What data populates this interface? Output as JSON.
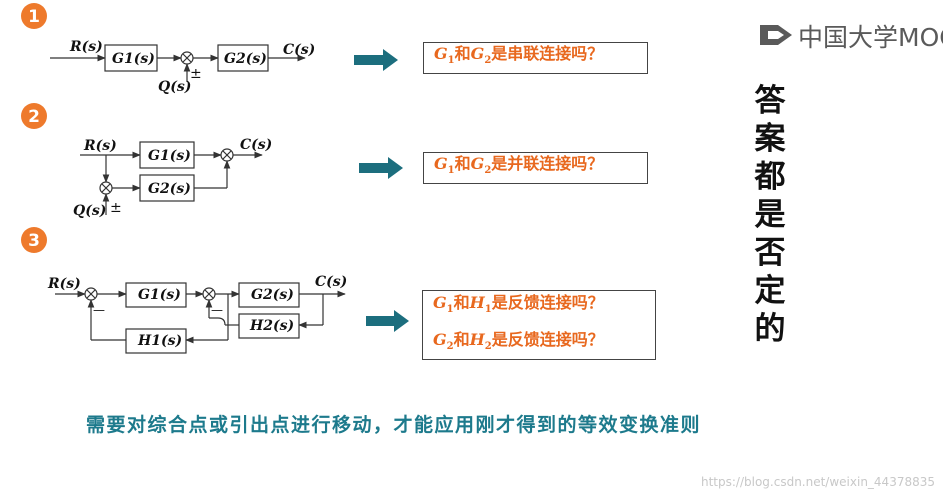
{
  "logo": {
    "text": "中国大学MOOC"
  },
  "sections": [
    {
      "number": "1",
      "question_lines": [
        [
          "G",
          "1",
          "和",
          "G",
          "2",
          "是串联连接吗？"
        ]
      ]
    },
    {
      "number": "2",
      "question_lines": [
        [
          "G",
          "1",
          "和",
          "G",
          "2",
          "是并联连接吗？"
        ]
      ]
    },
    {
      "number": "3",
      "question_lines": [
        [
          "G",
          "1",
          "和",
          "H",
          "1",
          "是反馈连接吗？"
        ],
        [
          "G",
          "2",
          "和",
          "H",
          "2",
          "是反馈连接吗？"
        ]
      ]
    }
  ],
  "diagram": {
    "labels": {
      "R": "R(s)",
      "C": "C(s)",
      "Q": "Q(s)",
      "G1": "G1(s)",
      "G2": "G2(s)",
      "H1": "H1(s)",
      "H2": "H2(s)",
      "pm": "±",
      "minus": "—"
    },
    "colors": {
      "arrow": "#1c6e7e",
      "badge": "#ee7a2c",
      "question": "#e8681e",
      "footer": "#1d7a8c",
      "line": "#333333"
    }
  },
  "side_text": [
    "答",
    "案",
    "都",
    "是",
    "否",
    "定",
    "的"
  ],
  "footer_note": "需要对综合点或引出点进行移动，才能应用刚才得到的等效变换准则",
  "watermark": "https://blog.csdn.net/weixin_44378835"
}
